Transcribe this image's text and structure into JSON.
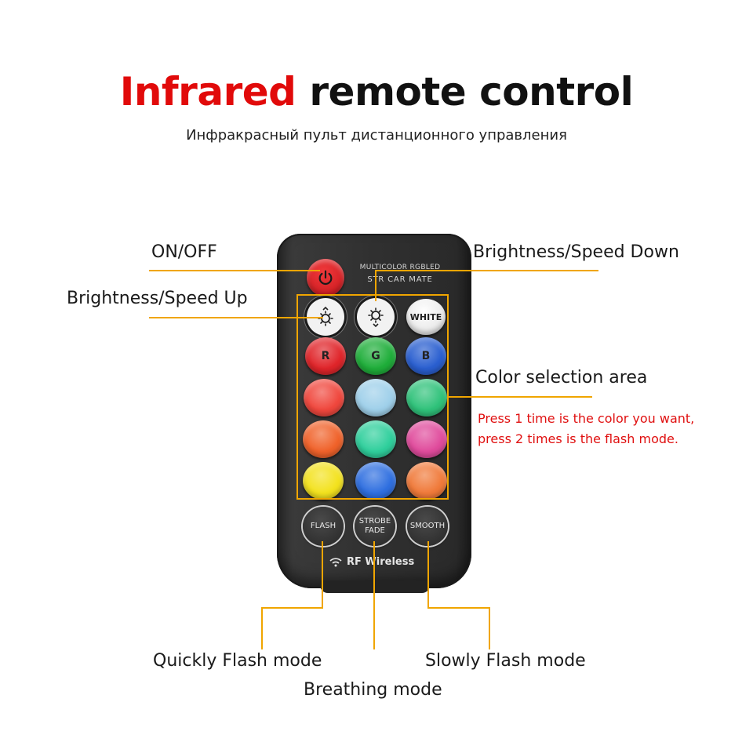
{
  "header": {
    "title_red": "Infrared",
    "title_black": "remote control",
    "subtitle": "Инфракрасный пульт дистанционного управления"
  },
  "labels": {
    "on_off": "ON/OFF",
    "brightness_down": "Brightness/Speed Down",
    "brightness_up": "Brightness/Speed Up",
    "color_area": "Color selection area",
    "note_line1": "Press 1 time is the color you want,",
    "note_line2": "press 2 times is the flash mode.",
    "quick_flash": "Quickly Flash mode",
    "breathing": "Breathing mode",
    "slow_flash": "Slowly Flash mode"
  },
  "remote": {
    "brand_line1": "MULTICOLOR RGBLED",
    "brand_line2": "STR CAR MATE",
    "white_label": "WHITE",
    "color_rows": [
      [
        {
          "label": "R",
          "color": "#e0252a"
        },
        {
          "label": "G",
          "color": "#1fae3a"
        },
        {
          "label": "B",
          "color": "#2a5fd0"
        }
      ],
      [
        {
          "label": "",
          "color": "#f0473d"
        },
        {
          "label": "",
          "color": "#9fd0ea"
        },
        {
          "label": "",
          "color": "#2fc27a"
        }
      ],
      [
        {
          "label": "",
          "color": "#f0622a"
        },
        {
          "label": "",
          "color": "#2fcf9c"
        },
        {
          "label": "",
          "color": "#e04b9c"
        }
      ],
      [
        {
          "label": "",
          "color": "#f3e21e"
        },
        {
          "label": "",
          "color": "#2f6fe0"
        },
        {
          "label": "",
          "color": "#f07a3a"
        }
      ]
    ],
    "mode_flash": "FLASH",
    "mode_strobe_line1": "STROBE",
    "mode_strobe_line2": "FADE",
    "mode_smooth": "SMOOTH",
    "footer": "RF Wireless"
  },
  "colors": {
    "accent_red": "#e10a0a",
    "leader_orange": "#f0a500",
    "remote_body": "#303030"
  }
}
